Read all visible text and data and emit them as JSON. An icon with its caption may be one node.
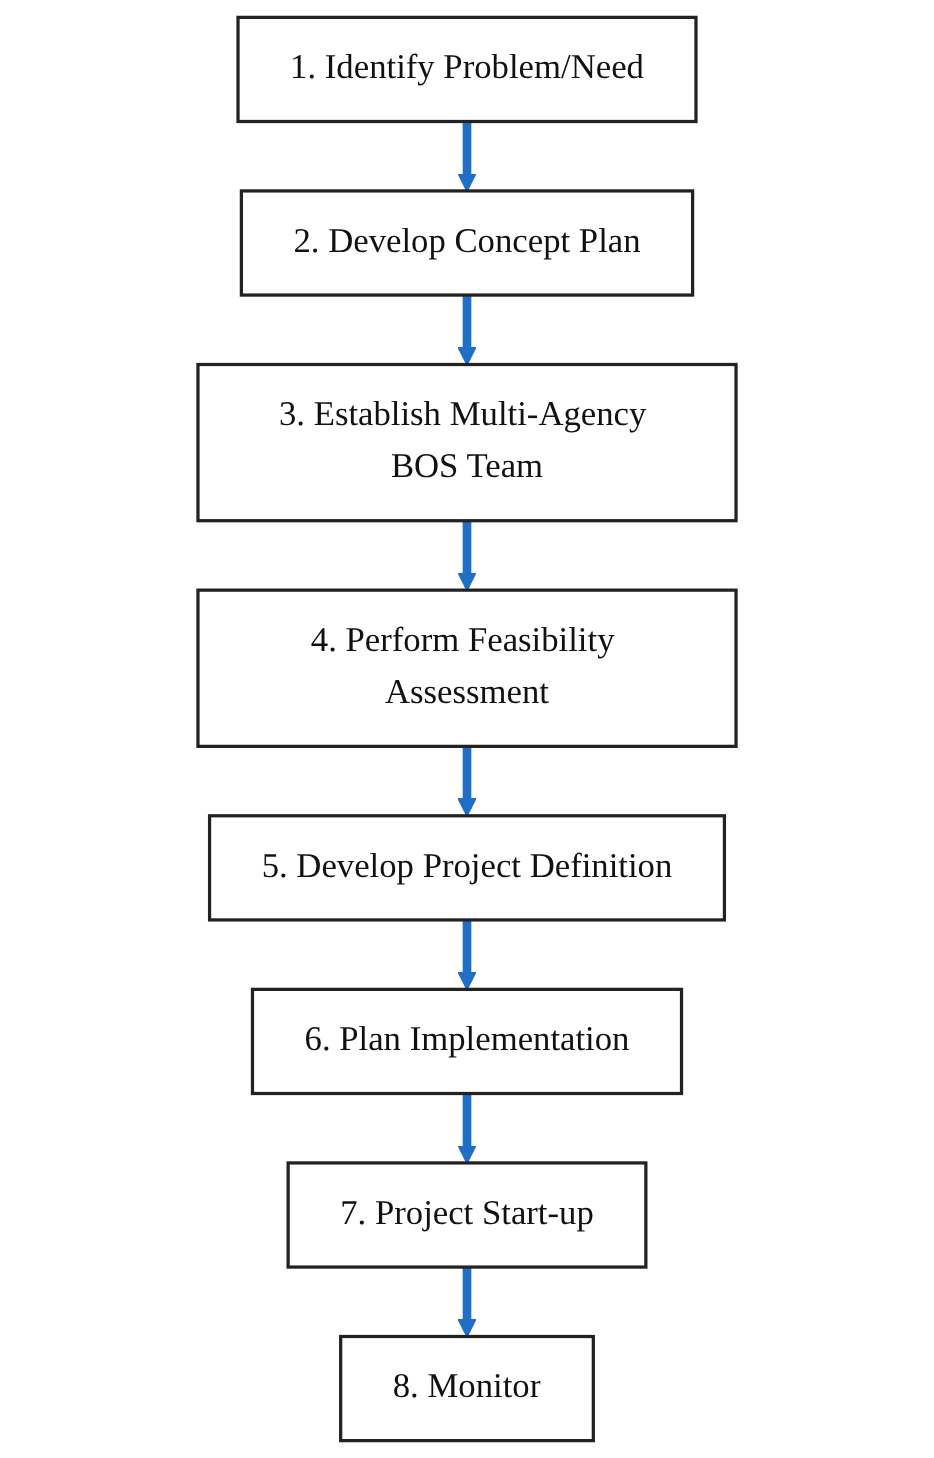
{
  "diagram": {
    "nodes": [
      {
        "text": [
          "1. Identify Problem/Need"
        ]
      },
      {
        "text": [
          "2. Develop Concept Plan"
        ]
      },
      {
        "text": [
          "3. Establish Multi-Agency BOS Team"
        ]
      },
      {
        "text": [
          "4. Perform Feasibility Assessment"
        ]
      },
      {
        "text": [
          "5. Develop Project Definition"
        ]
      },
      {
        "text": [
          "6. Plan Implementation"
        ]
      },
      {
        "text": [
          "7. Project Start-up"
        ]
      },
      {
        "text": [
          "8. Monitor"
        ]
      }
    ],
    "edges": [
      {
        "from": 0,
        "to": 1,
        "arrow": "to"
      },
      {
        "from": 1,
        "to": 2,
        "arrow": "to"
      },
      {
        "from": 2,
        "to": 3,
        "arrow": "to"
      },
      {
        "from": 3,
        "to": 4,
        "arrow": "to"
      },
      {
        "from": 4,
        "to": 5,
        "arrow": "to"
      },
      {
        "from": 5,
        "to": 6,
        "arrow": "to"
      },
      {
        "from": 6,
        "to": 7,
        "arrow": "to"
      }
    ]
  }
}
